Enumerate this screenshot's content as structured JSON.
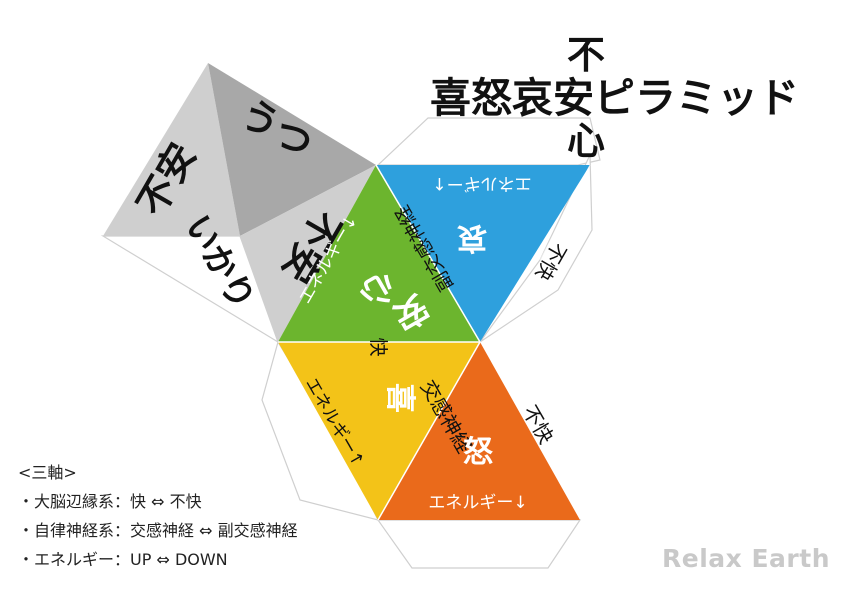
{
  "title": {
    "top": "不",
    "main": "喜怒哀安ピラミッド",
    "bottom": "心"
  },
  "diagram": {
    "faces": {
      "utsu": "うつ",
      "fuan_top": "不安",
      "ikari": "いかり",
      "fuan_mid": "不安",
      "anshin_1": "安",
      "anshin_2": "心",
      "ai": "哀",
      "ki": "喜",
      "do": "怒"
    },
    "edges": {
      "fukaisym_left": "副交感神経",
      "energy_center": "エネルギー↓",
      "energy_top": "エネルギー↑",
      "fukai_right": "不快",
      "kai_center": "快",
      "energy_ki": "エネルギー↑",
      "kokan": "交感神経",
      "fukai_do": "不快",
      "energy_do": "エネルギー↓"
    },
    "colors": {
      "green": "#6cb52e",
      "blue": "#2ea0dd",
      "yellow": "#f3c318",
      "orange": "#ea6a1b",
      "gray_light": "#cfcfcf",
      "gray_dark": "#a8a8a8"
    }
  },
  "legend": {
    "heading": "<三軸>",
    "items": [
      "・大脳辺縁系：快 ⇔ 不快",
      "・自律神経系：交感神経 ⇔ 副交感神経",
      "・エネルギー：UP ⇔ DOWN"
    ]
  },
  "brand": "Relax Earth"
}
